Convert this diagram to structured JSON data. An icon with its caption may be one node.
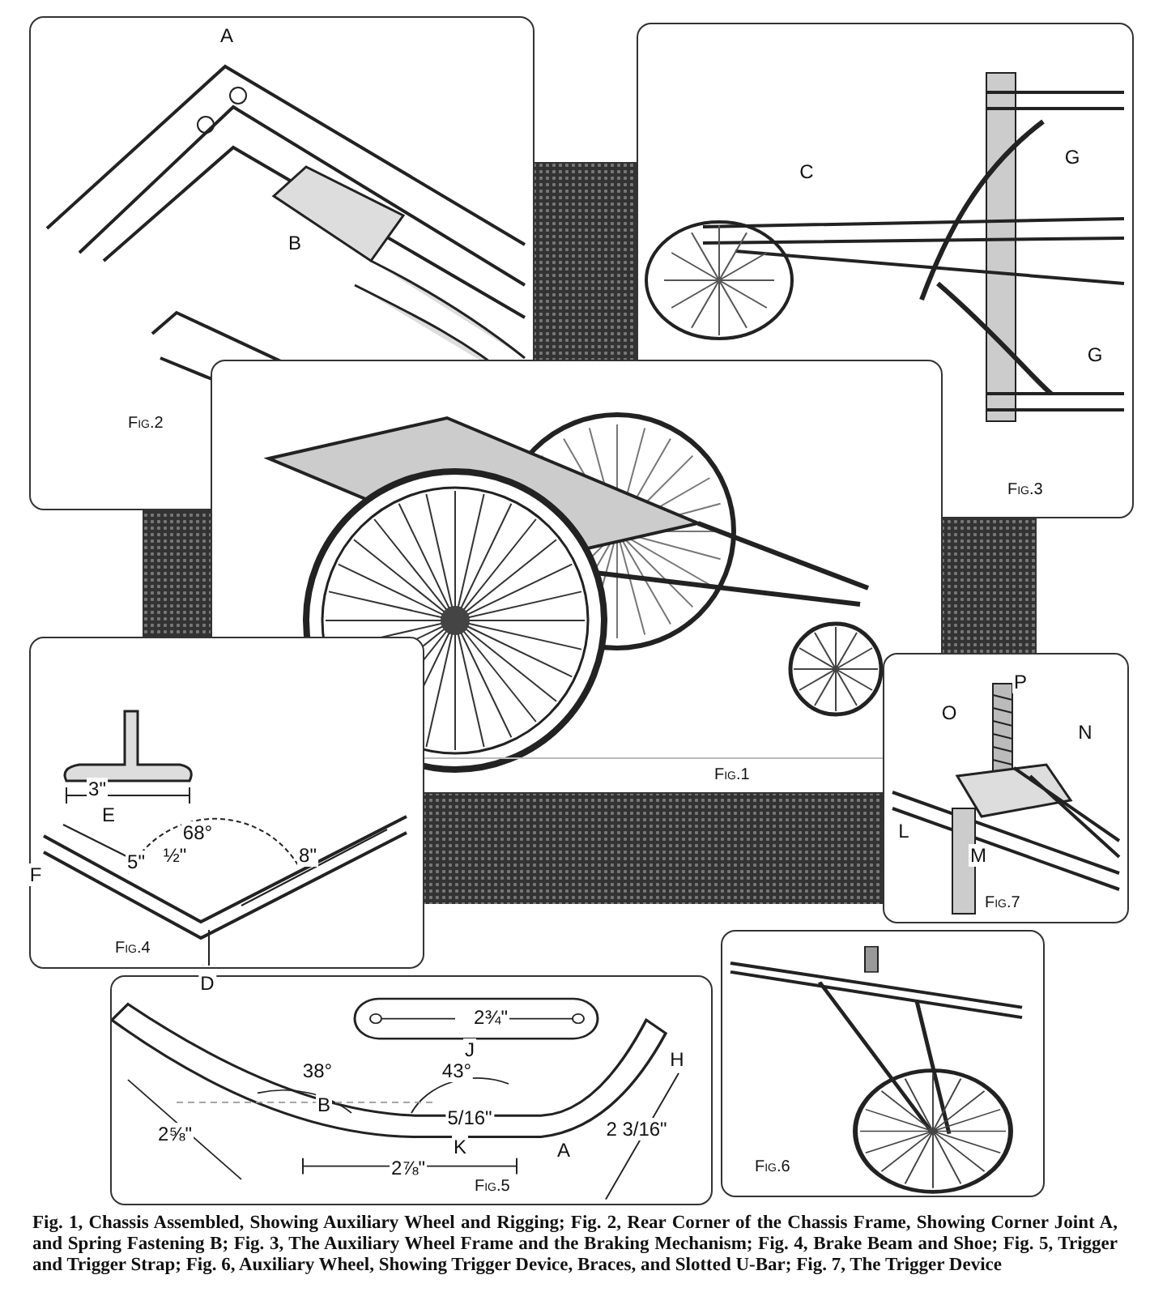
{
  "diagram": {
    "caption": "Fig. 1, Chassis Assembled, Showing Auxiliary Wheel and Rigging; Fig. 2, Rear Corner of the Chassis Frame, Showing Corner Joint A, and Spring Fastening B; Fig. 3, The Auxiliary Wheel Frame and the Braking Mechanism; Fig. 4, Brake Beam and Shoe; Fig. 5, Trigger and Trigger Strap; Fig. 6, Auxiliary Wheel, Showing Trigger Device, Braces, and Slotted U-Bar; Fig. 7, The Trigger Device",
    "nodes": [
      {
        "text": [
          "Fig.2"
        ]
      },
      {
        "text": [
          "Fig.3"
        ]
      },
      {
        "text": [
          "Fig.1"
        ]
      },
      {
        "text": [
          "Fig.4"
        ]
      },
      {
        "text": [
          "Fig.7"
        ]
      },
      {
        "text": [
          "Fig.6"
        ]
      },
      {
        "text": [
          "Fig.5"
        ]
      }
    ],
    "labels": [
      "A",
      "B",
      "C",
      "G",
      "G",
      "3\"",
      "E",
      "68°",
      "F",
      "5\"",
      "½\"",
      "8\"",
      "D",
      "P",
      "O",
      "N",
      "L",
      "M",
      "2¾\"",
      "J",
      "38°",
      "43°",
      "H",
      "B",
      "5/16\"",
      "K",
      "A",
      "2⅝\"",
      "2 3/16\"",
      "2⅞\""
    ]
  }
}
